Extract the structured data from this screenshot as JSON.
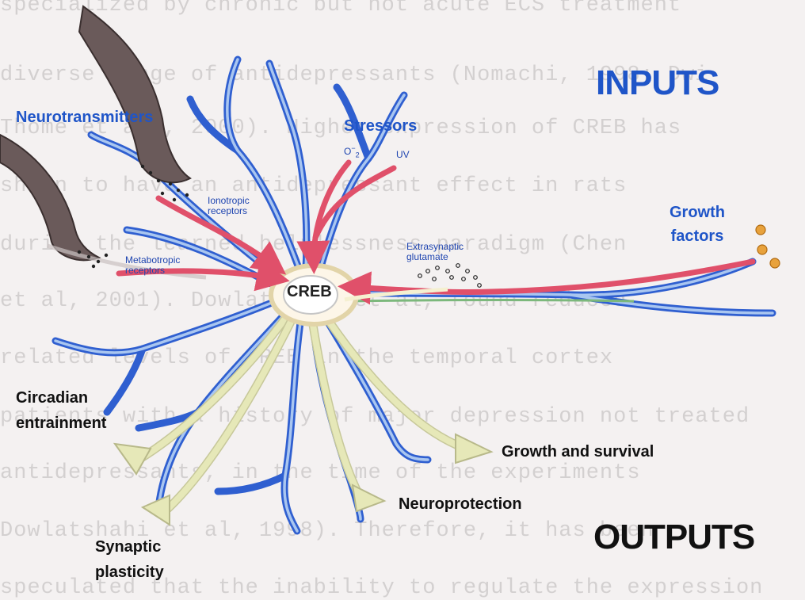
{
  "background_text": [
    "specialized by chronic but not acute ECS treatment",
    "diverse range of antidepressants (Nomachi, 1998; Dwi",
    "Thome et al., 2000). Higher expression of CREB has",
    "shown to have an antidepressant effect in rats",
    "during the learned helplessness paradigm (Chen",
    "et al, 2001). Dowlatshahi et al, found reduced",
    "related levels of CREB in the temporal cortex",
    "patients with a history of major depression not treated",
    "antidepressants, in the time of the experiments",
    "Dowlatshahi et al, 1998). Therefore, it has been",
    "speculated that the inability to regulate the expression"
  ],
  "headings": {
    "inputs": "INPUTS",
    "outputs": "OUTPUTS"
  },
  "labels": {
    "neurotransmitters": "Neurotransmitters",
    "stressors": "Stressors",
    "o2": "O",
    "o2_sub": "2",
    "o2_sup": "−",
    "uv": "UV",
    "ionotropic": [
      "Ionotropic",
      "receptors"
    ],
    "metabotropic": [
      "Metabotropic",
      "receptors"
    ],
    "extrasynaptic": [
      "Extrasynaptic",
      "glutamate"
    ],
    "growth_factors": [
      "Growth",
      "factors"
    ],
    "creb": "CREB",
    "circadian": [
      "Circadian",
      "entrainment"
    ],
    "synaptic": [
      "Synaptic",
      "plasticity"
    ],
    "neuroprotection": "Neuroprotection",
    "growth_survival": "Growth and survival"
  }
}
